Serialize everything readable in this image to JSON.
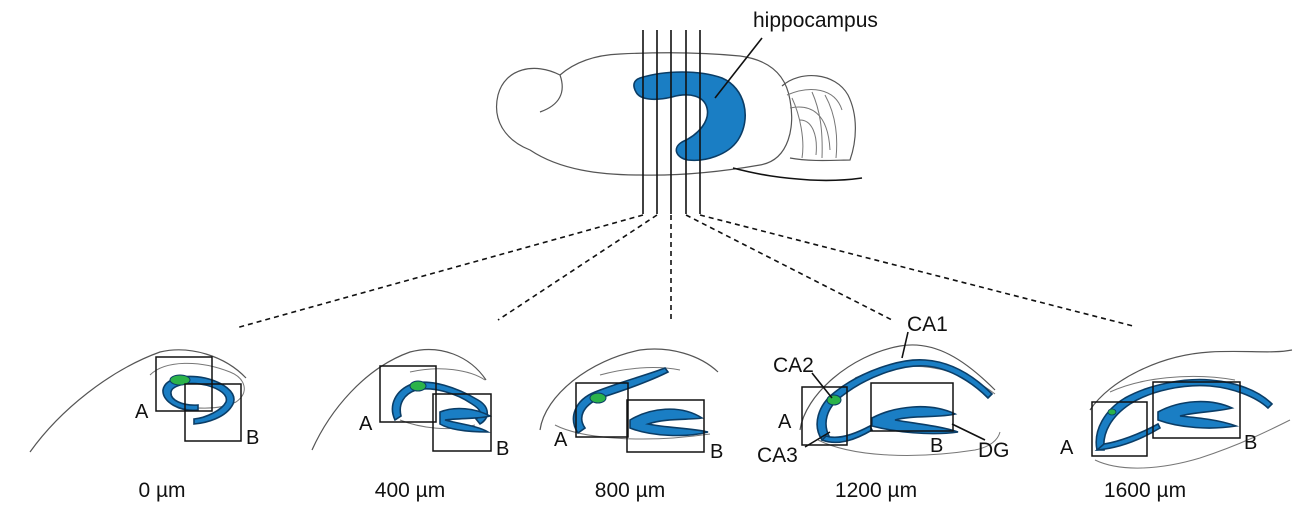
{
  "brain": {
    "region_label": "hippocampus"
  },
  "sections": [
    {
      "depth_label": "0 µm",
      "box_a_label": "A",
      "box_b_label": "B"
    },
    {
      "depth_label": "400 µm",
      "box_a_label": "A",
      "box_b_label": "B"
    },
    {
      "depth_label": "800 µm",
      "box_a_label": "A",
      "box_b_label": "B"
    },
    {
      "depth_label": "1200 µm",
      "box_a_label": "A",
      "box_b_label": "B"
    },
    {
      "depth_label": "1600 µm",
      "box_a_label": "A",
      "box_b_label": "B"
    }
  ],
  "subfields": {
    "ca1": "CA1",
    "ca2": "CA2",
    "ca3": "CA3",
    "dg": "DG"
  },
  "colors": {
    "hippocampus": "#1a7ec4",
    "ca2": "#2bb34a",
    "ink": "#111111",
    "outline": "#555555"
  }
}
